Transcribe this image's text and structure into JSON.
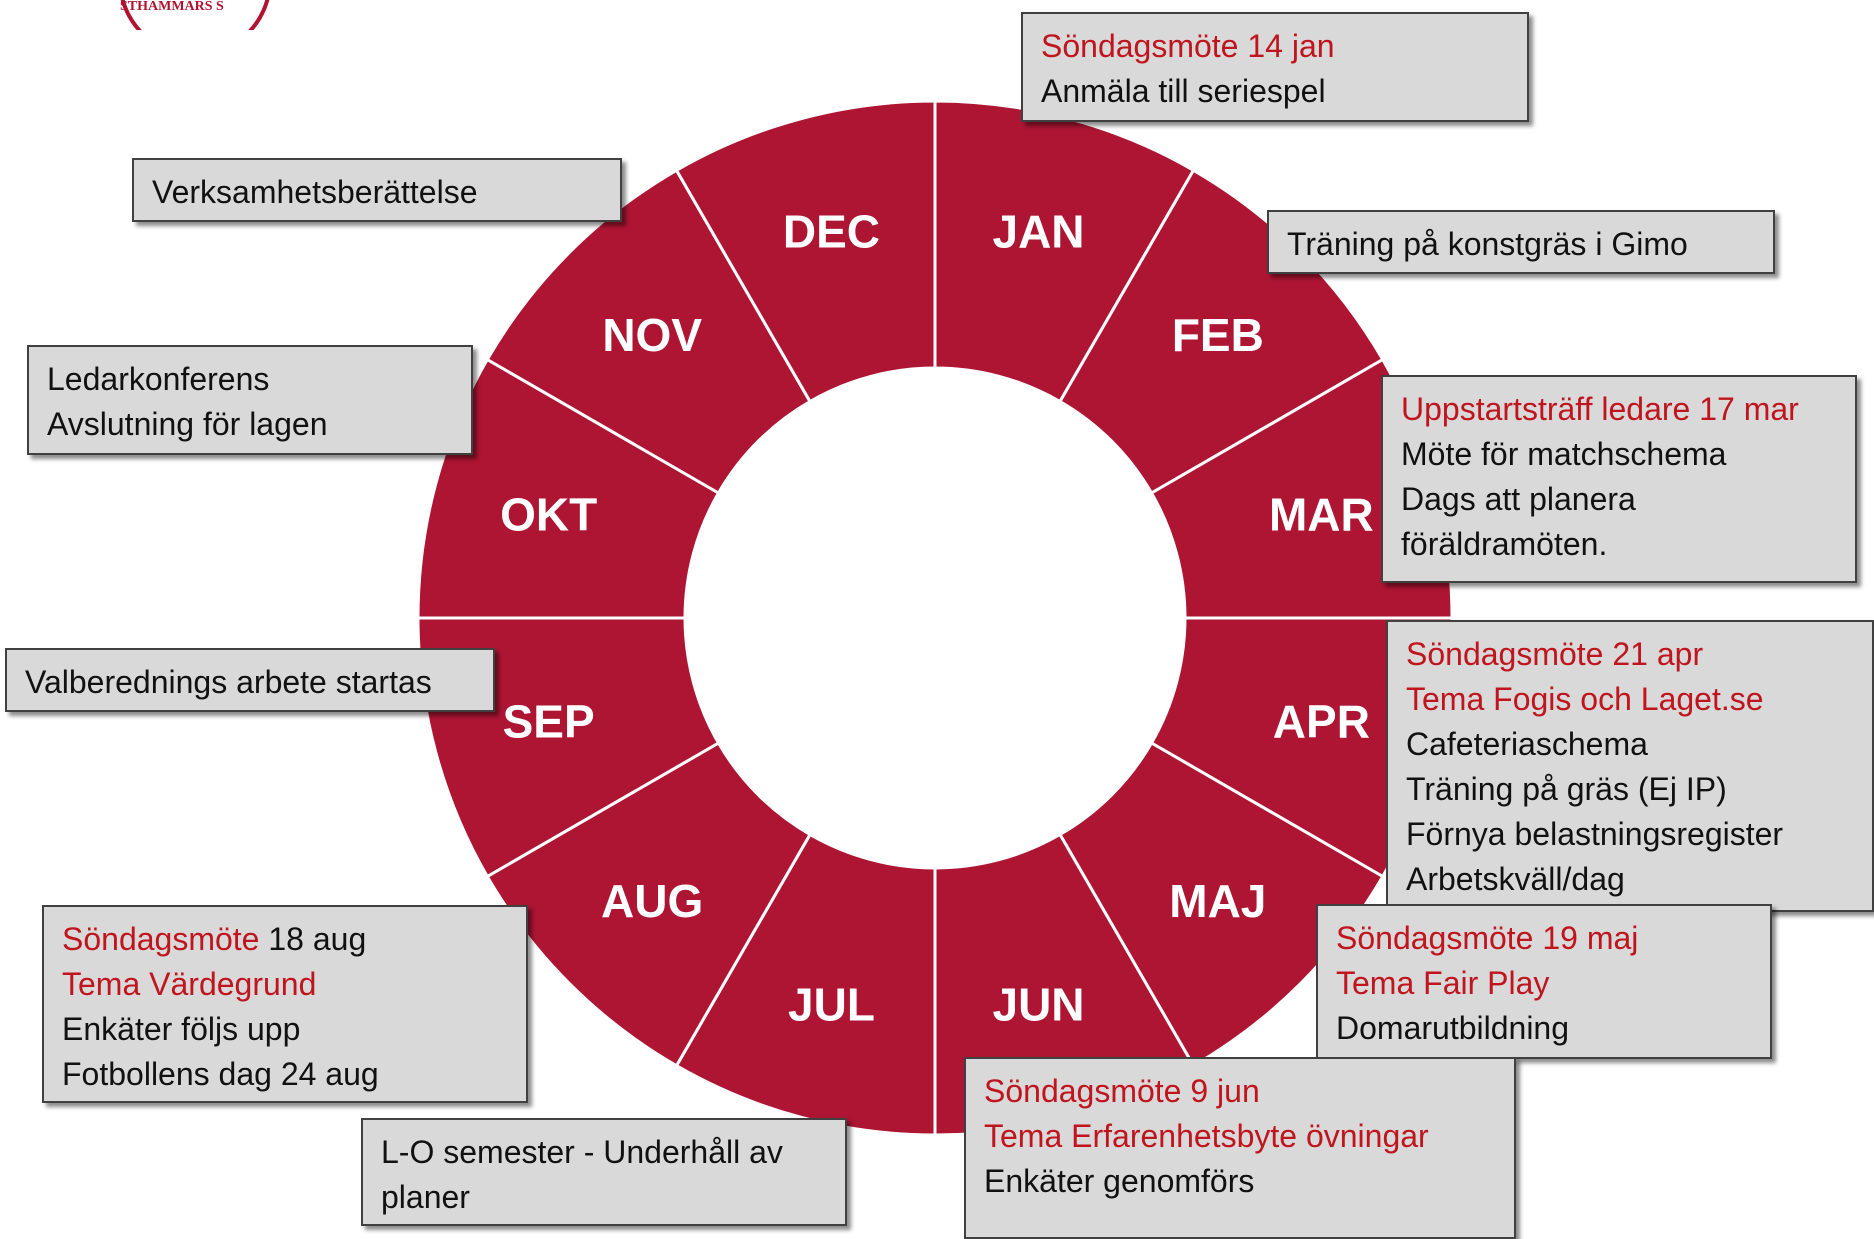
{
  "colors": {
    "wheel": "#ae1533",
    "note_bg": "#d9d9d9",
    "highlight": "#c0141e"
  },
  "logo": {
    "text": "STHAMMARS S"
  },
  "months": [
    "JAN",
    "FEB",
    "MAR",
    "APR",
    "MAJ",
    "JUN",
    "JUL",
    "AUG",
    "SEP",
    "OKT",
    "NOV",
    "DEC"
  ],
  "notes": {
    "jan": {
      "l1": "Söndagsmöte 14 jan",
      "l2": "Anmäla till seriespel"
    },
    "feb": {
      "l1": "Träning på konstgräs i Gimo"
    },
    "mar": {
      "l1": "Uppstartsträff ledare 17 mar",
      "l2": "Möte för matchschema",
      "l3": "Dags att planera",
      "l4": "föräldramöten."
    },
    "apr": {
      "l1": "Söndagsmöte 21 apr",
      "l2": "Tema Fogis och Laget.se",
      "l3": "Cafeteriaschema",
      "l4": "Träning på gräs (Ej IP)",
      "l5": "Förnya belastningsregister",
      "l6": "Arbetskväll/dag"
    },
    "maj": {
      "l1": "Söndagsmöte 19 maj",
      "l2": "Tema Fair Play",
      "l3": "Domarutbildning"
    },
    "jun": {
      "l1": "Söndagsmöte 9 jun",
      "l2": "Tema Erfarenhetsbyte övningar",
      "l3": "Enkäter genomförs"
    },
    "jul": {
      "l1": "L-O semester - Underhåll av",
      "l2": "planer"
    },
    "aug": {
      "l1a": "Söndagsmöte",
      "l1b": " 18 aug",
      "l2": "Tema Värdegrund",
      "l3": "Enkäter följs upp",
      "l4": "Fotbollens dag 24 aug"
    },
    "sep": {
      "l1": "Valberednings arbete startas"
    },
    "okt": {
      "l1": "Ledarkonferens",
      "l2": "Avslutning för lagen"
    },
    "dec": {
      "l1": "Verksamhetsberättelse"
    }
  }
}
